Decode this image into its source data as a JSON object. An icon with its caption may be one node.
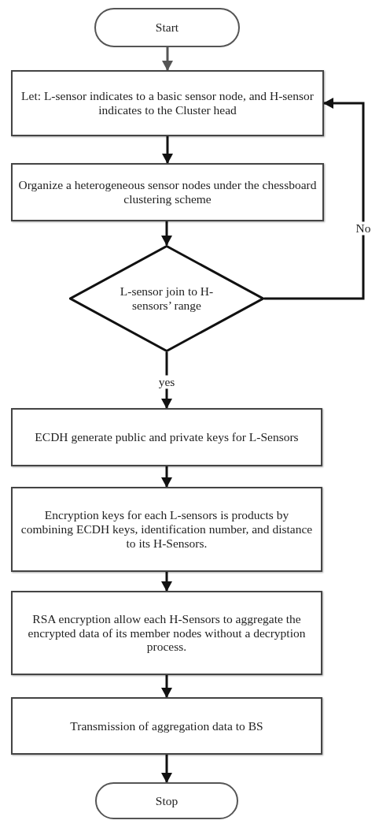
{
  "diagram": {
    "nodes": [
      {
        "text": [
          "Start"
        ]
      },
      {
        "text": [
          "Let: L-sensor indicates to a basic sensor node, and H-sensor indicates to the Cluster head"
        ]
      },
      {
        "text": [
          "Organize a heterogeneous sensor nodes under the chessboard clustering scheme"
        ]
      },
      {
        "text": [
          "L-sensor join to H-sensors’ range"
        ]
      },
      {
        "text": [
          "ECDH generate public and private keys for L-Sensors"
        ]
      },
      {
        "text": [
          "Encryption keys for each L-sensors is products by combining ECDH keys, identification number, and distance to its H-Sensors."
        ]
      },
      {
        "text": [
          "RSA encryption allow each H-Sensors to aggregate the encrypted data of its member nodes without a decryption process."
        ]
      },
      {
        "text": [
          "Transmission of aggregation data to BS"
        ]
      },
      {
        "text": [
          "Stop"
        ]
      }
    ],
    "edges": [
      {
        "from": 0,
        "to": 1,
        "arrow": "to",
        "color": "#555555"
      },
      {
        "from": 1,
        "to": 2,
        "arrow": "to"
      },
      {
        "from": 2,
        "to": 3,
        "arrow": "to"
      },
      {
        "from": 3,
        "to": 4,
        "arrow": "to",
        "label": "yes"
      },
      {
        "from": 4,
        "to": 5,
        "arrow": "to"
      },
      {
        "from": 5,
        "to": 6,
        "arrow": "to"
      },
      {
        "from": 6,
        "to": 7,
        "arrow": "to"
      },
      {
        "from": 7,
        "to": 8,
        "arrow": "to"
      },
      {
        "from": 3,
        "to": 1,
        "arrow": "to",
        "label": "No"
      }
    ]
  }
}
